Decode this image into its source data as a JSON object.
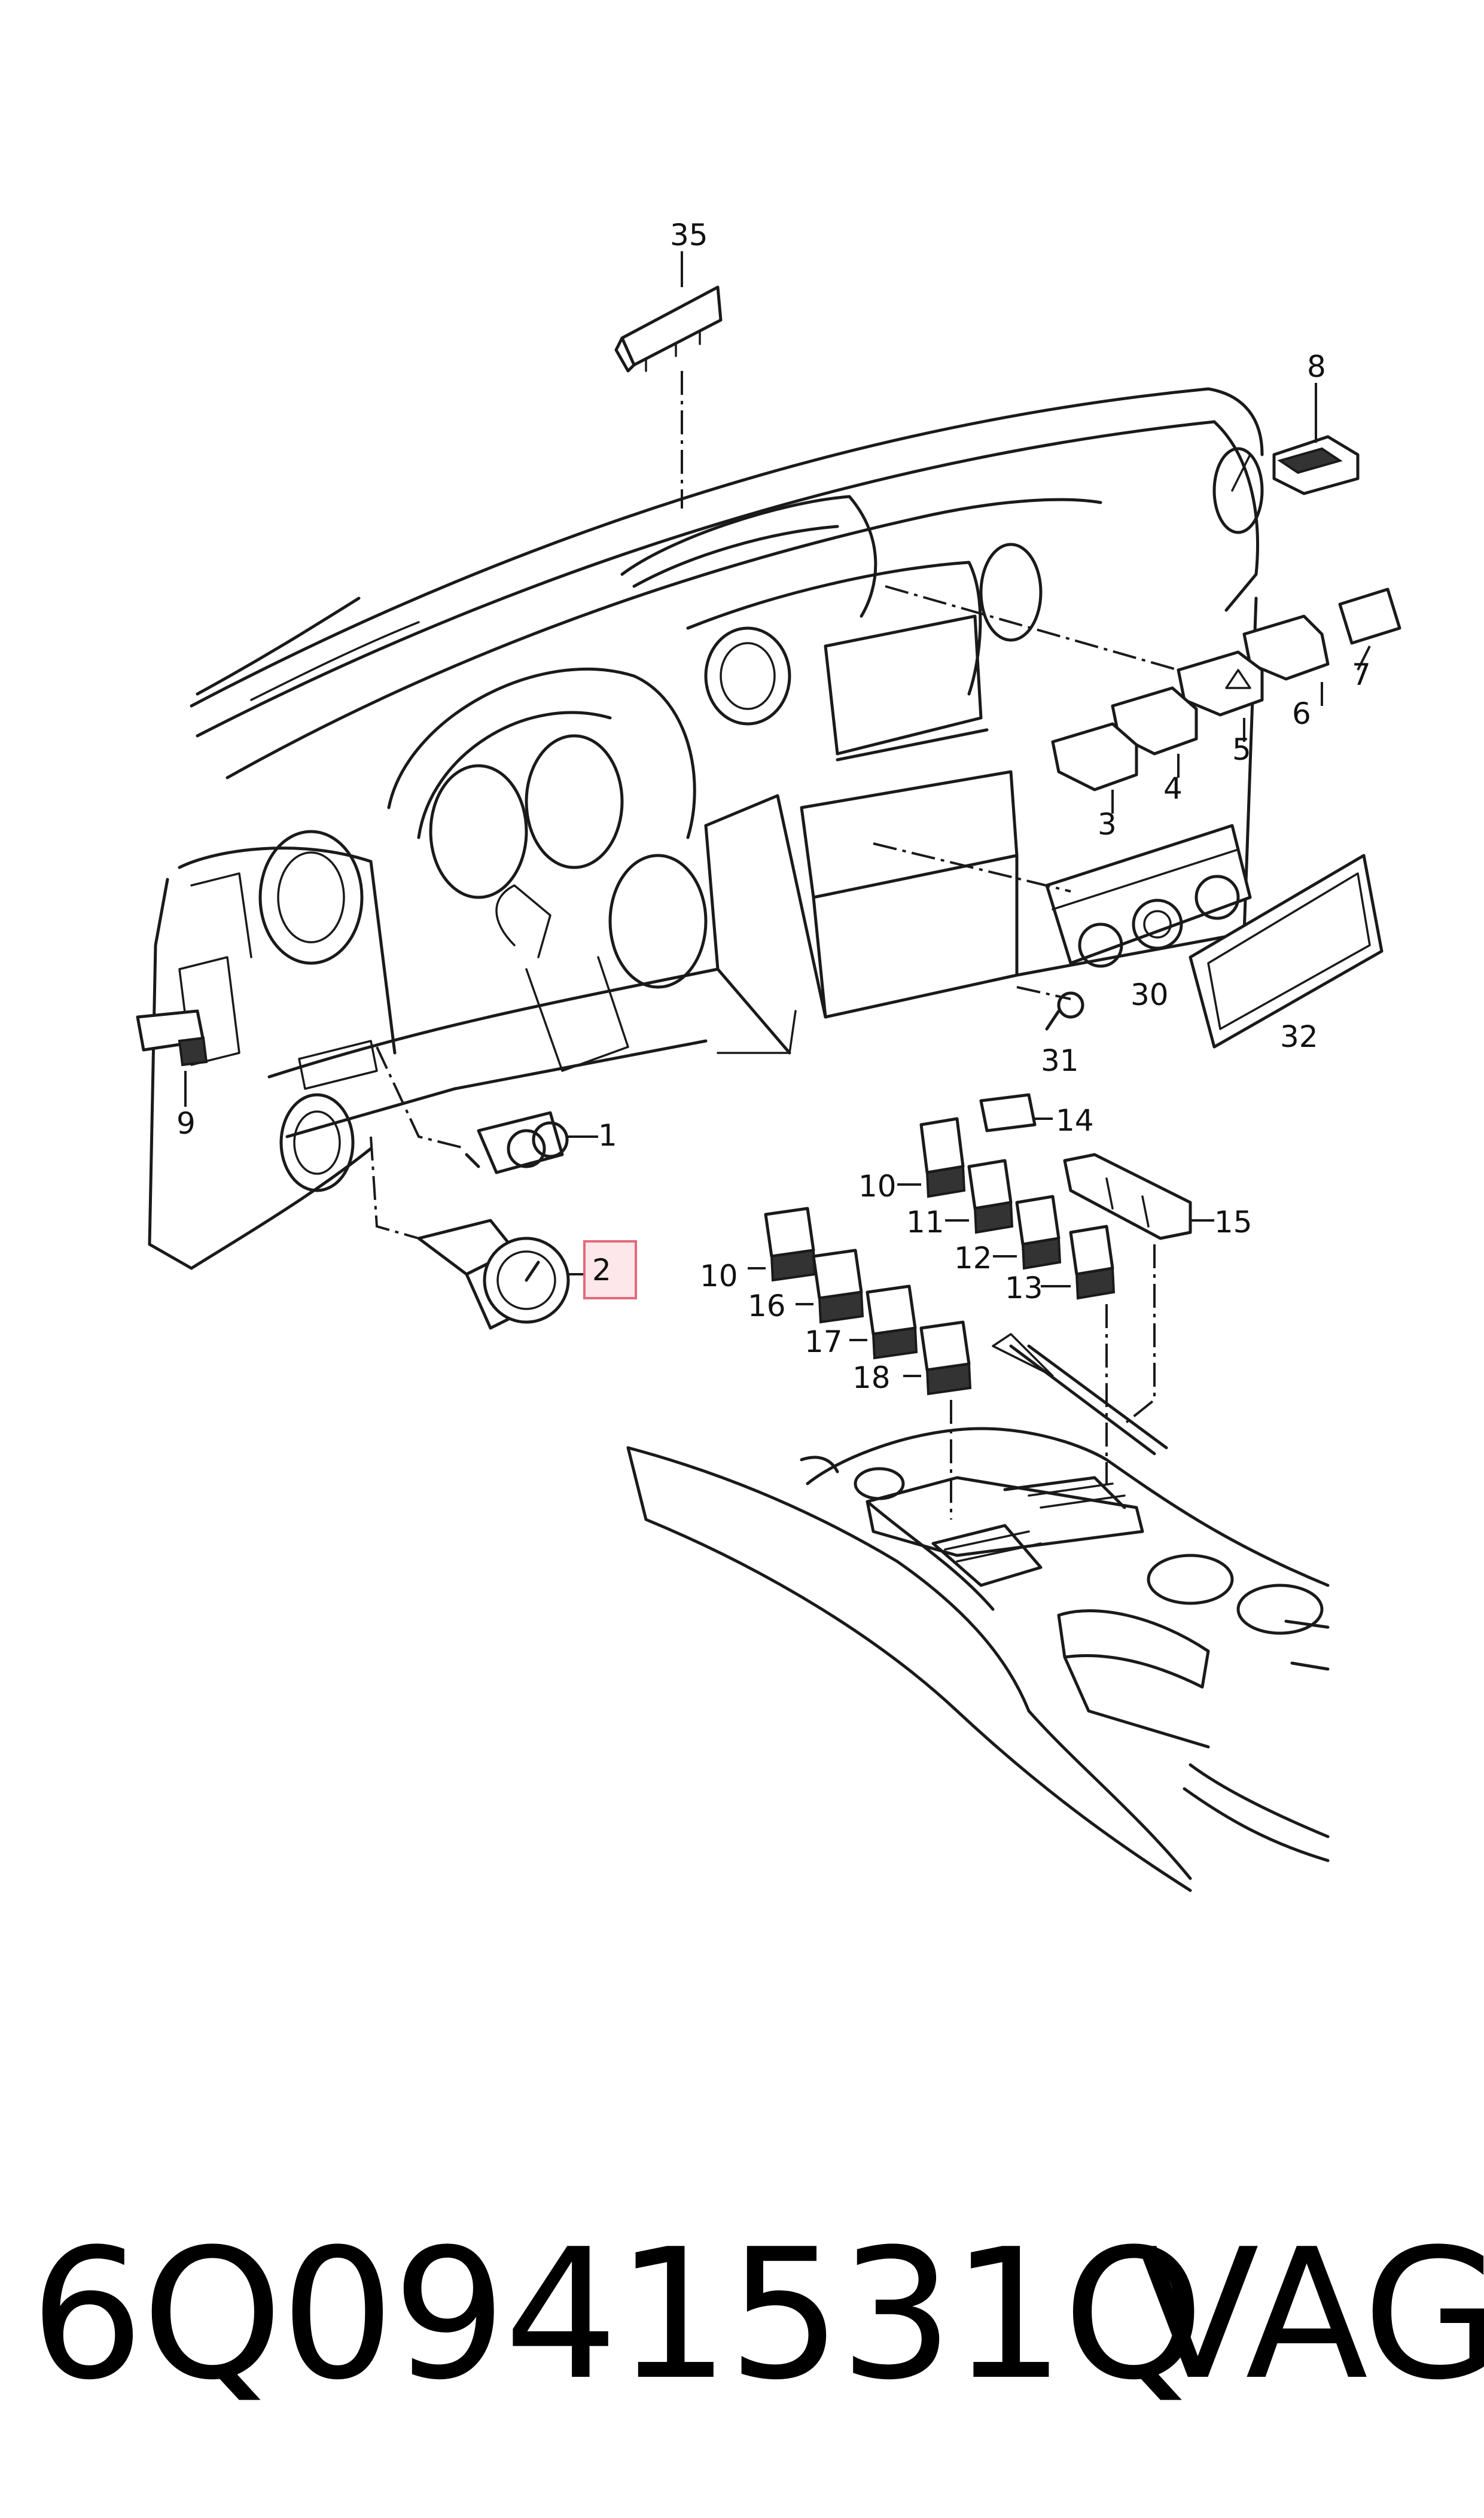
{
  "callouts": {
    "c35": "35",
    "c8": "8",
    "c7": "7",
    "c6": "6",
    "c5": "5",
    "c4": "4",
    "c3": "3",
    "c30": "30",
    "c31": "31",
    "c32": "32",
    "c1": "1",
    "c2": "2",
    "c9": "9",
    "c14": "14",
    "c10a": "10",
    "c11": "11",
    "c12": "12",
    "c15": "15",
    "c10b": "10",
    "c16": "16",
    "c13": "13",
    "c17": "17",
    "c18": "18"
  },
  "highlighted_callout": "2",
  "highlight_color": "#e26a7a",
  "footer": {
    "part_number": "6Q0941531Q",
    "brand": "VAG"
  }
}
